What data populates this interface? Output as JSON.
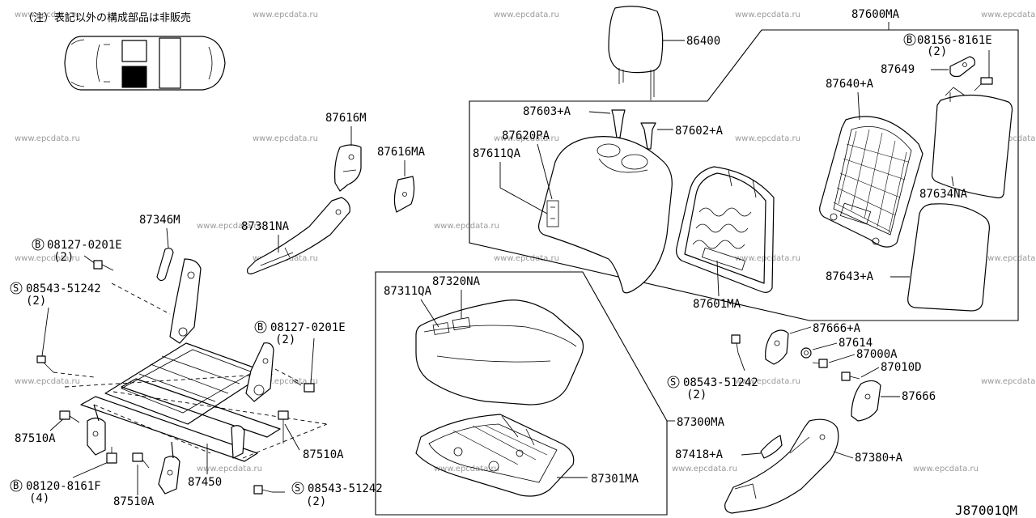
{
  "note": "（注）表記以外の構成部品は非販売",
  "watermark": "www.epcdata.ru",
  "diagram_code": "J87001QM",
  "labels": {
    "p86400": "86400",
    "p87600MA": "87600MA",
    "p08156": "08156-8161E",
    "p08156q": "(2)",
    "p87649": "87649",
    "p87640A": "87640+A",
    "p87603A": "87603+A",
    "p87602A": "87602+A",
    "p87620PA": "87620PA",
    "p87611QA": "87611QA",
    "p87634NA": "87634NA",
    "p87643A": "87643+A",
    "p87601MA": "87601MA",
    "p87616M": "87616M",
    "p87616MA": "87616MA",
    "p87346M": "87346M",
    "p87381NA": "87381NA",
    "p08127a": "08127-0201E",
    "p08127aq": "(2)",
    "p08543a": "08543-51242",
    "p08543aq": "(2)",
    "p08127b": "08127-0201E",
    "p08127bq": "(2)",
    "p87320NA": "87320NA",
    "p87311QA": "87311QA",
    "p87300MA": "87300MA",
    "p87301MA": "87301MA",
    "p87666A": "87666+A",
    "p87614": "87614",
    "p87000A": "87000A",
    "p87010D": "87010D",
    "p08543b": "08543-51242",
    "p08543bq": "(2)",
    "p87666": "87666",
    "p87418A": "87418+A",
    "p87380A": "87380+A",
    "p87510Aa": "87510A",
    "p87510Ab": "87510A",
    "p87510Ac": "87510A",
    "p08120": "08120-8161F",
    "p08120q": "(4)",
    "p87450": "87450",
    "p08543c": "08543-51242",
    "p08543cq": "(2)"
  },
  "symbols": {
    "bolt": "B",
    "screw": "S"
  }
}
